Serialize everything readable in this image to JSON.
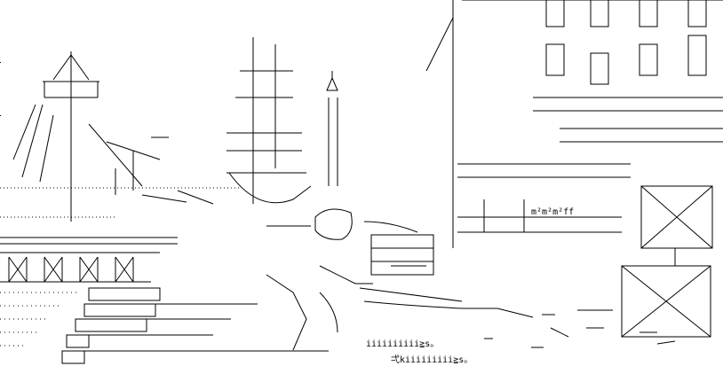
{
  "artwork": {
    "kind": "ascii-art",
    "ink_color": "#000000",
    "background_color": "#ffffff",
    "labels": [
      "m²m²m²ff",
      "iiiiiiiiii≧s。",
      "弌kiiiiiiiii≧s。"
    ]
  }
}
